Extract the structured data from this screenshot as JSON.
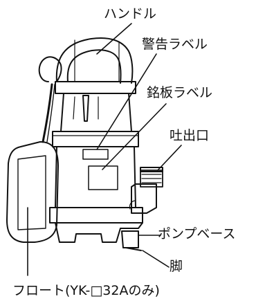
{
  "labels": {
    "handle": "ハンドル",
    "warning_label": "警告ラベル",
    "nameplate_label": "銘板ラベル",
    "outlet": "吐出口",
    "pump_base": "ポンプベース",
    "leg": "脚",
    "float": "フロート(YK-□32Aのみ)"
  },
  "colors": {
    "line": "#111111",
    "background": "#ffffff"
  }
}
